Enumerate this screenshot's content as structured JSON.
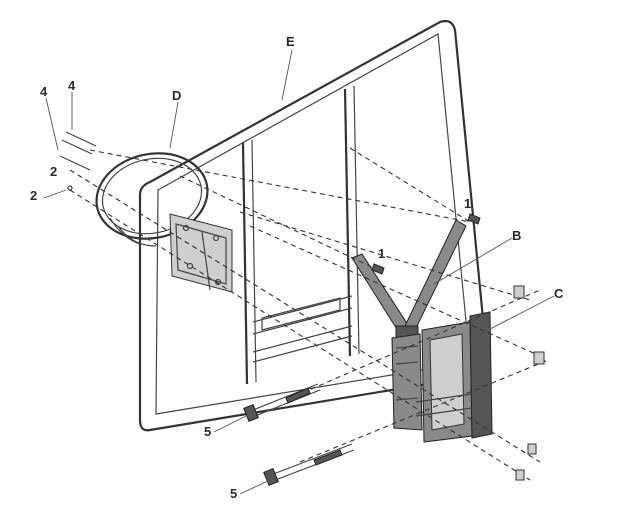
{
  "labels": {
    "backboard": "E",
    "rim": "D",
    "bracket": "B",
    "mount_plate": "C",
    "bolt_1a": "1",
    "bolt_1b": "1",
    "part_2a": "2",
    "part_2b": "2",
    "part_4a": "4",
    "part_4b": "4",
    "bolt_5a": "5",
    "bolt_5b": "5"
  }
}
